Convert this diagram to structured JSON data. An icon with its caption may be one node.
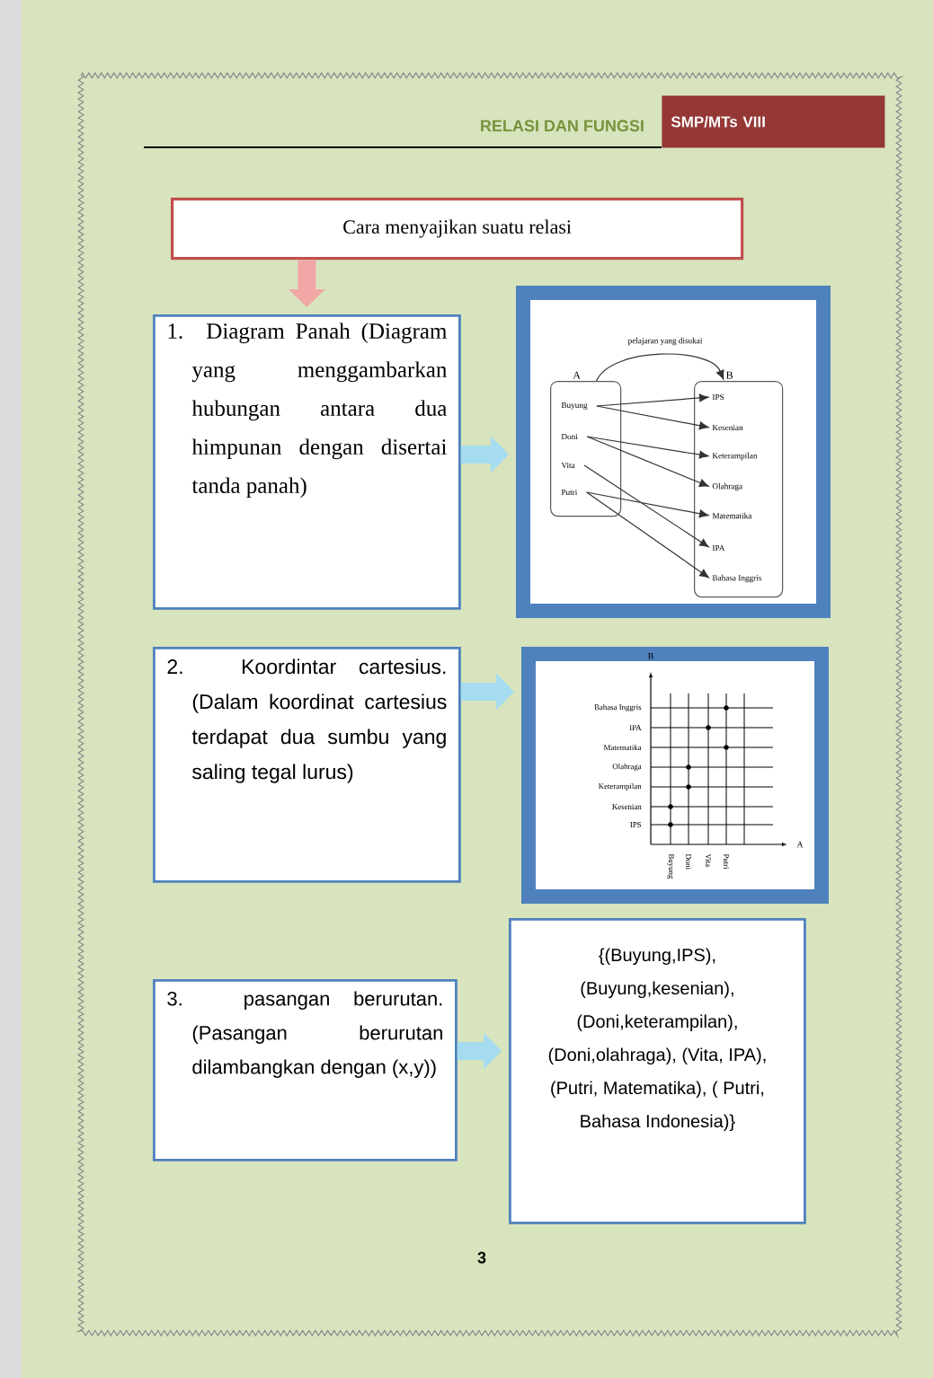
{
  "diagram": {
    "nodes": [
      {
        "text": [
          "Cara menyajikan suatu relasi"
        ]
      },
      {
        "text": [
          "1. Diagram Panah (Diagram yang menggambarkan hubungan antara dua himpunan dengan disertai tanda panah)"
        ]
      },
      {
        "text": [],
        "shape": "box"
      },
      {
        "text": [
          "A"
        ],
        "in": 2
      },
      {
        "text": [
          "B"
        ],
        "in": 2
      },
      {
        "text": [
          "Buyung"
        ],
        "in": 3
      },
      {
        "text": [
          "Doni"
        ],
        "in": 3
      },
      {
        "text": [
          "Vita"
        ],
        "in": 3
      },
      {
        "text": [
          "Putri"
        ],
        "in": 3
      },
      {
        "text": [
          "IPS"
        ],
        "in": 4
      },
      {
        "text": [
          "Kesenian"
        ],
        "in": 4
      },
      {
        "text": [
          "Keterampilan"
        ],
        "in": 4
      },
      {
        "text": [
          "Olahraga"
        ],
        "in": 4
      },
      {
        "text": [
          "Matematika"
        ],
        "in": 4
      },
      {
        "text": [
          "IPA"
        ],
        "in": 4
      },
      {
        "text": [
          "Bahasa Inggris"
        ],
        "in": 4
      },
      {
        "text": [
          "2. Koordintar cartesius. (Dalam koordinat cartesius terdapat dua sumbu yang saling tegal lurus)"
        ]
      },
      {
        "text": [],
        "shape": "box"
      },
      {
        "text": [
          "3. pasangan berurutan. (Pasangan berurutan dilambangkan dengan (x,y))"
        ]
      },
      {
        "text": [
          "{(Buyung,IPS), (Buyung,kesenian), (Doni,keterampilan), (Doni,olahraga), (Vita, IPA), (Putri, Matematika), ( Putri, Bahasa Indonesia)}"
        ]
      }
    ],
    "edges": [
      {
        "from": 0,
        "to": 1,
        "arrow": "to",
        "style": "thick",
        "color": "#f2a7a7"
      },
      {
        "from": 1,
        "to": 2,
        "arrow": "to",
        "style": "thick",
        "color": "#a6dcf0"
      },
      {
        "from": 3,
        "to": 4,
        "arrow": "to",
        "label": "pelajaran yang disukai"
      },
      {
        "from": 5,
        "to": 9,
        "arrow": "to"
      },
      {
        "from": 5,
        "to": 10,
        "arrow": "to"
      },
      {
        "from": 6,
        "to": 11,
        "arrow": "to"
      },
      {
        "from": 6,
        "to": 12,
        "arrow": "to"
      },
      {
        "from": 7,
        "to": 14,
        "arrow": "to"
      },
      {
        "from": 8,
        "to": 13,
        "arrow": "to"
      },
      {
        "from": 8,
        "to": 15,
        "arrow": "to"
      },
      {
        "from": 16,
        "to": 17,
        "arrow": "to",
        "style": "thick",
        "color": "#a6dcf0"
      },
      {
        "from": 18,
        "to": 19,
        "arrow": "to",
        "style": "thick",
        "color": "#a6dcf0"
      }
    ],
    "labels": [
      "RELASI DAN FUNGSI",
      "SMP/MTs VIII",
      "B",
      "Bahasa Inggris",
      "IPA",
      "Matematika",
      "Olahraga",
      "Keterampilan",
      "Kesenian",
      "IPS",
      "A",
      "Buyung",
      "Doni",
      "Vita",
      "Putri",
      "3"
    ]
  }
}
